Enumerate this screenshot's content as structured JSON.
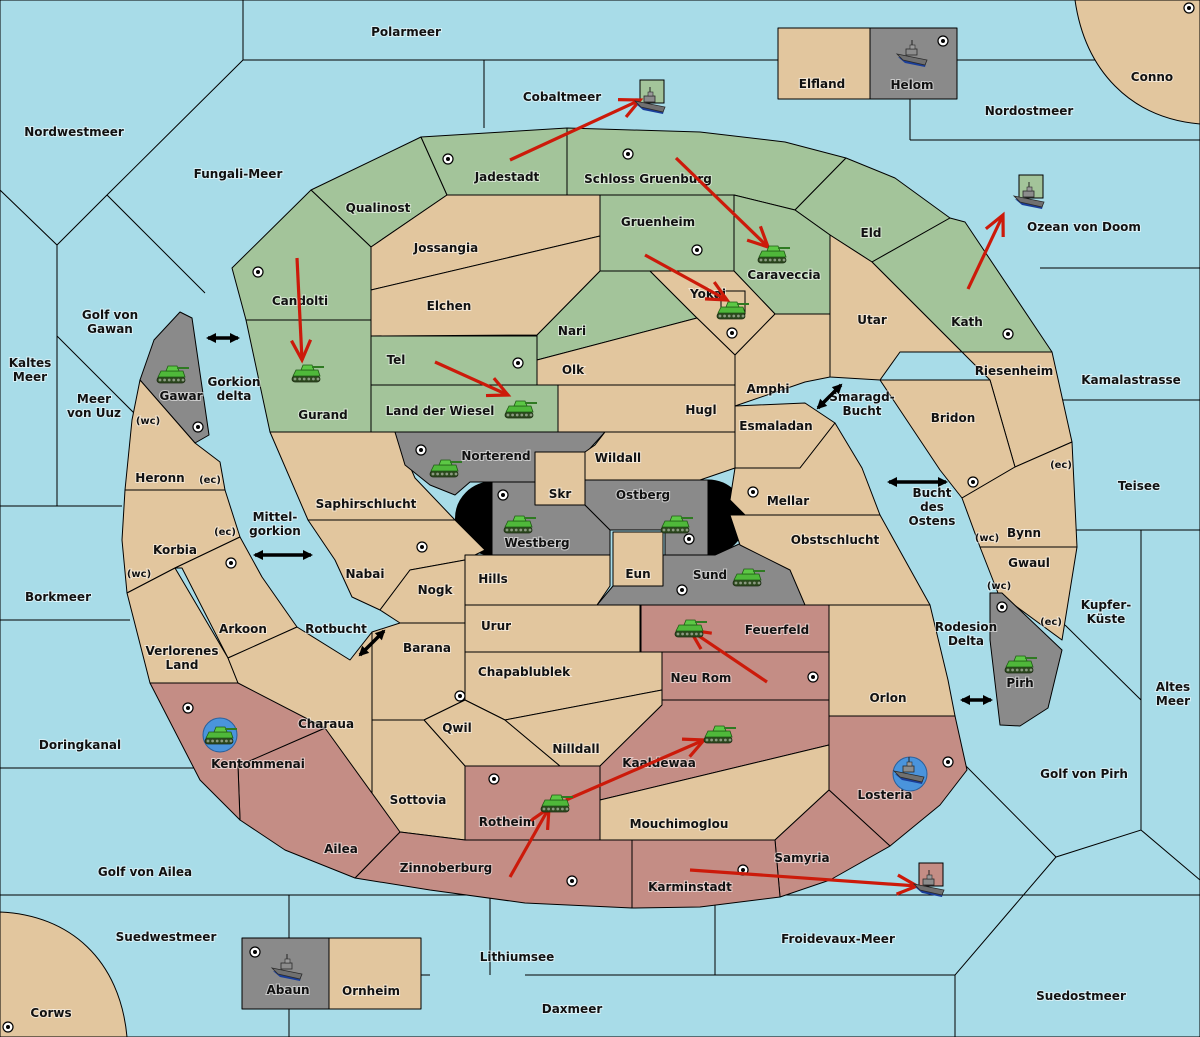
{
  "title": "Diplomacy-style strategy map",
  "colors": {
    "sea": "#a8dce8",
    "neutral": "#e2c69e",
    "green_power": "#a3c49a",
    "red_power": "#c48d85",
    "grey_power": "#8a8a8a",
    "impassable": "#000000",
    "order_arrow": "#cc1a0a",
    "retreat_highlight": "#4a94dc"
  },
  "sea_regions": [
    {
      "name": "Polarmeer"
    },
    {
      "name": "Nordwestmeer"
    },
    {
      "name": "Fungali-Meer"
    },
    {
      "name": "Cobaltmeer"
    },
    {
      "name": "Nordostmeer"
    },
    {
      "name": "Ozean von Doom"
    },
    {
      "name": "Golf von Gawan"
    },
    {
      "name": "Kaltes Meer"
    },
    {
      "name": "Meer von Uuz"
    },
    {
      "name": "Gorkion delta"
    },
    {
      "name": "Mittel-gorkion"
    },
    {
      "name": "Rotbucht"
    },
    {
      "name": "Borkmeer"
    },
    {
      "name": "Doringkanal"
    },
    {
      "name": "Golf von Ailea"
    },
    {
      "name": "Suedwestmeer"
    },
    {
      "name": "Lithiumsee"
    },
    {
      "name": "Daxmeer"
    },
    {
      "name": "Froidevaux-Meer"
    },
    {
      "name": "Suedostmeer"
    },
    {
      "name": "Golf von Pirh"
    },
    {
      "name": "Altes Meer"
    },
    {
      "name": "Kupfer-Küste"
    },
    {
      "name": "Teisee"
    },
    {
      "name": "Kamalastrasse"
    },
    {
      "name": "Smaragd-Bucht"
    },
    {
      "name": "Bucht des Ostens"
    },
    {
      "name": "Rodesion Delta"
    }
  ],
  "territories": [
    {
      "name": "Elfland",
      "owner": "neutral"
    },
    {
      "name": "Helom",
      "owner": "grey",
      "supply_center": true
    },
    {
      "name": "Conno",
      "owner": "neutral",
      "supply_center": true
    },
    {
      "name": "Qualinost",
      "owner": "green"
    },
    {
      "name": "Jadestadt",
      "owner": "green",
      "supply_center": true
    },
    {
      "name": "Schloss Gruenburg",
      "owner": "green",
      "supply_center": true
    },
    {
      "name": "Eld",
      "owner": "green"
    },
    {
      "name": "Kath",
      "owner": "green",
      "supply_center": true
    },
    {
      "name": "Candolti",
      "owner": "green",
      "supply_center": true
    },
    {
      "name": "Gurand",
      "owner": "green"
    },
    {
      "name": "Gruenheim",
      "owner": "green",
      "supply_center": true
    },
    {
      "name": "Caraveccia",
      "owner": "green"
    },
    {
      "name": "Nari",
      "owner": "green"
    },
    {
      "name": "Tel",
      "owner": "green",
      "supply_center": true
    },
    {
      "name": "Land der Wiesel",
      "owner": "green"
    },
    {
      "name": "Jossangia",
      "owner": "neutral"
    },
    {
      "name": "Elchen",
      "owner": "neutral"
    },
    {
      "name": "Yokai",
      "owner": "neutral",
      "supply_center": true
    },
    {
      "name": "Olk",
      "owner": "neutral"
    },
    {
      "name": "Hugl",
      "owner": "neutral"
    },
    {
      "name": "Amphi",
      "owner": "neutral"
    },
    {
      "name": "Esmaladan",
      "owner": "neutral"
    },
    {
      "name": "Utar",
      "owner": "neutral"
    },
    {
      "name": "Riesenheim",
      "owner": "neutral"
    },
    {
      "name": "Bridon",
      "owner": "neutral",
      "supply_center": true
    },
    {
      "name": "Bynn",
      "owner": "neutral",
      "coasts": [
        "ec",
        "wc"
      ]
    },
    {
      "name": "Gwaul",
      "owner": "neutral",
      "coasts": [
        "wc",
        "ec"
      ]
    },
    {
      "name": "Pirh",
      "owner": "grey",
      "supply_center": true
    },
    {
      "name": "Gawar",
      "owner": "grey",
      "supply_center": true,
      "coasts": [
        "wc"
      ]
    },
    {
      "name": "Heronn",
      "owner": "neutral",
      "coasts": [
        "ec"
      ]
    },
    {
      "name": "Korbia",
      "owner": "neutral",
      "coasts": [
        "ec",
        "wc"
      ],
      "supply_center": true
    },
    {
      "name": "Arkoon",
      "owner": "neutral"
    },
    {
      "name": "Verlorenes Land",
      "owner": "neutral"
    },
    {
      "name": "Saphirschlucht",
      "owner": "neutral"
    },
    {
      "name": "Nabai",
      "owner": "neutral",
      "supply_center": true
    },
    {
      "name": "Norterend",
      "owner": "grey",
      "supply_center": true
    },
    {
      "name": "Wildall",
      "owner": "neutral"
    },
    {
      "name": "Skr",
      "owner": "neutral"
    },
    {
      "name": "Westberg",
      "owner": "grey",
      "supply_center": true
    },
    {
      "name": "Ostberg",
      "owner": "grey",
      "supply_center": true
    },
    {
      "name": "Eun",
      "owner": "neutral"
    },
    {
      "name": "Sund",
      "owner": "grey",
      "supply_center": true
    },
    {
      "name": "Mellar",
      "owner": "neutral",
      "supply_center": true
    },
    {
      "name": "Obstschlucht",
      "owner": "neutral"
    },
    {
      "name": "Hills",
      "owner": "neutral"
    },
    {
      "name": "Nogk",
      "owner": "neutral"
    },
    {
      "name": "Barana",
      "owner": "neutral"
    },
    {
      "name": "Urur",
      "owner": "neutral"
    },
    {
      "name": "Chapablublek",
      "owner": "neutral"
    },
    {
      "name": "Qwil",
      "owner": "neutral",
      "supply_center": true
    },
    {
      "name": "Nilldall",
      "owner": "neutral"
    },
    {
      "name": "Charaua",
      "owner": "neutral"
    },
    {
      "name": "Sottovia",
      "owner": "neutral"
    },
    {
      "name": "Feuerfeld",
      "owner": "red"
    },
    {
      "name": "Neu Rom",
      "owner": "red",
      "supply_center": true
    },
    {
      "name": "Orlon",
      "owner": "neutral"
    },
    {
      "name": "Kaaldewaa",
      "owner": "red"
    },
    {
      "name": "Mouchimoglou",
      "owner": "neutral"
    },
    {
      "name": "Rotheim",
      "owner": "red",
      "supply_center": true
    },
    {
      "name": "Losteria",
      "owner": "red",
      "supply_center": true
    },
    {
      "name": "Samyria",
      "owner": "red"
    },
    {
      "name": "Karminstadt",
      "owner": "red",
      "supply_center": true
    },
    {
      "name": "Zinnoberburg",
      "owner": "red",
      "supply_center": true
    },
    {
      "name": "Ailea",
      "owner": "red"
    },
    {
      "name": "Kentommenai",
      "owner": "red",
      "supply_center": true
    },
    {
      "name": "Abaun",
      "owner": "grey",
      "supply_center": true
    },
    {
      "name": "Ornheim",
      "owner": "neutral"
    },
    {
      "name": "Corws",
      "owner": "neutral",
      "supply_center": true
    }
  ],
  "units": [
    {
      "type": "fleet",
      "location": "Helom",
      "power": "grey"
    },
    {
      "type": "fleet",
      "location": "Abaun",
      "power": "grey"
    },
    {
      "type": "fleet",
      "location": "Cobaltmeer",
      "power": "green"
    },
    {
      "type": "fleet",
      "location": "Ozean von Doom",
      "power": "green"
    },
    {
      "type": "fleet",
      "location": "Froidevaux-Meer",
      "power": "red"
    },
    {
      "type": "fleet",
      "location": "Losteria",
      "power": "red",
      "dislodged": true
    },
    {
      "type": "army",
      "location": "Gurand",
      "power": "green"
    },
    {
      "type": "army",
      "location": "Land der Wiesel",
      "power": "green"
    },
    {
      "type": "army",
      "location": "Caraveccia",
      "power": "green"
    },
    {
      "type": "army",
      "location": "Yokai",
      "power": "green"
    },
    {
      "type": "army",
      "location": "Gawar",
      "power": "grey"
    },
    {
      "type": "army",
      "location": "Norterend",
      "power": "grey"
    },
    {
      "type": "army",
      "location": "Westberg",
      "power": "grey"
    },
    {
      "type": "army",
      "location": "Ostberg",
      "power": "grey"
    },
    {
      "type": "army",
      "location": "Sund",
      "power": "grey"
    },
    {
      "type": "army",
      "location": "Pirh",
      "power": "grey"
    },
    {
      "type": "army",
      "location": "Feuerfeld",
      "power": "red"
    },
    {
      "type": "army",
      "location": "Kaaldewaa",
      "power": "red"
    },
    {
      "type": "army",
      "location": "Rotheim",
      "power": "red"
    },
    {
      "type": "army",
      "location": "Kentommenai",
      "power": "red",
      "dislodged": true
    }
  ],
  "orders": [
    {
      "from": "Jadestadt",
      "to": "Cobaltmeer"
    },
    {
      "from": "Schloss Gruenburg",
      "to": "Caraveccia"
    },
    {
      "from": "Gruenheim",
      "to": "Yokai"
    },
    {
      "from": "Kath",
      "to": "Ozean von Doom"
    },
    {
      "from": "Candolti",
      "to": "Gurand"
    },
    {
      "from": "Tel",
      "to": "Land der Wiesel"
    },
    {
      "from": "Neu Rom",
      "to": "Feuerfeld"
    },
    {
      "from": "Rotheim",
      "to": "Kaaldewaa"
    },
    {
      "from": "Zinnoberburg",
      "to": "Rotheim"
    },
    {
      "from": "Karminstadt",
      "to": "Froidevaux-Meer"
    }
  ],
  "canals": [
    {
      "between": [
        "Golf von Gawan",
        "Gorkion delta"
      ]
    },
    {
      "between": [
        "Mittel-gorkion",
        "Nabai"
      ]
    },
    {
      "between": [
        "Rotbucht",
        "Barana"
      ]
    },
    {
      "between": [
        "Smaragd-Bucht",
        "Esmaladan"
      ]
    },
    {
      "between": [
        "Bucht des Ostens",
        "Bridon"
      ]
    },
    {
      "between": [
        "Rodesion Delta",
        "Pirh"
      ]
    }
  ]
}
